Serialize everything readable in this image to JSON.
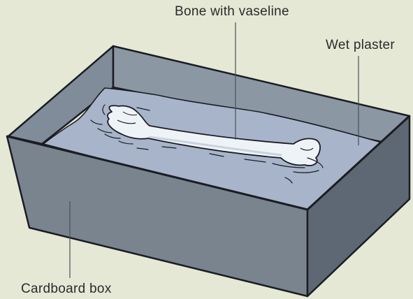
{
  "labels": {
    "bone": "Bone with vaseline",
    "plaster": "Wet plaster",
    "box": "Cardboard box"
  },
  "colors": {
    "background": "#e4e8d5",
    "box_outline": "#1a1d22",
    "box_inner_back": "#8a96a3",
    "box_inner_right": "#7d8894",
    "box_front": "#7a8591",
    "box_right_outer": "#5f6976",
    "box_rim": "#939dab",
    "plaster": "#a6b3c9",
    "bone": "#eef3f7",
    "bone_shadow": "#c9d3de",
    "leader_line": "#4a4f57"
  }
}
